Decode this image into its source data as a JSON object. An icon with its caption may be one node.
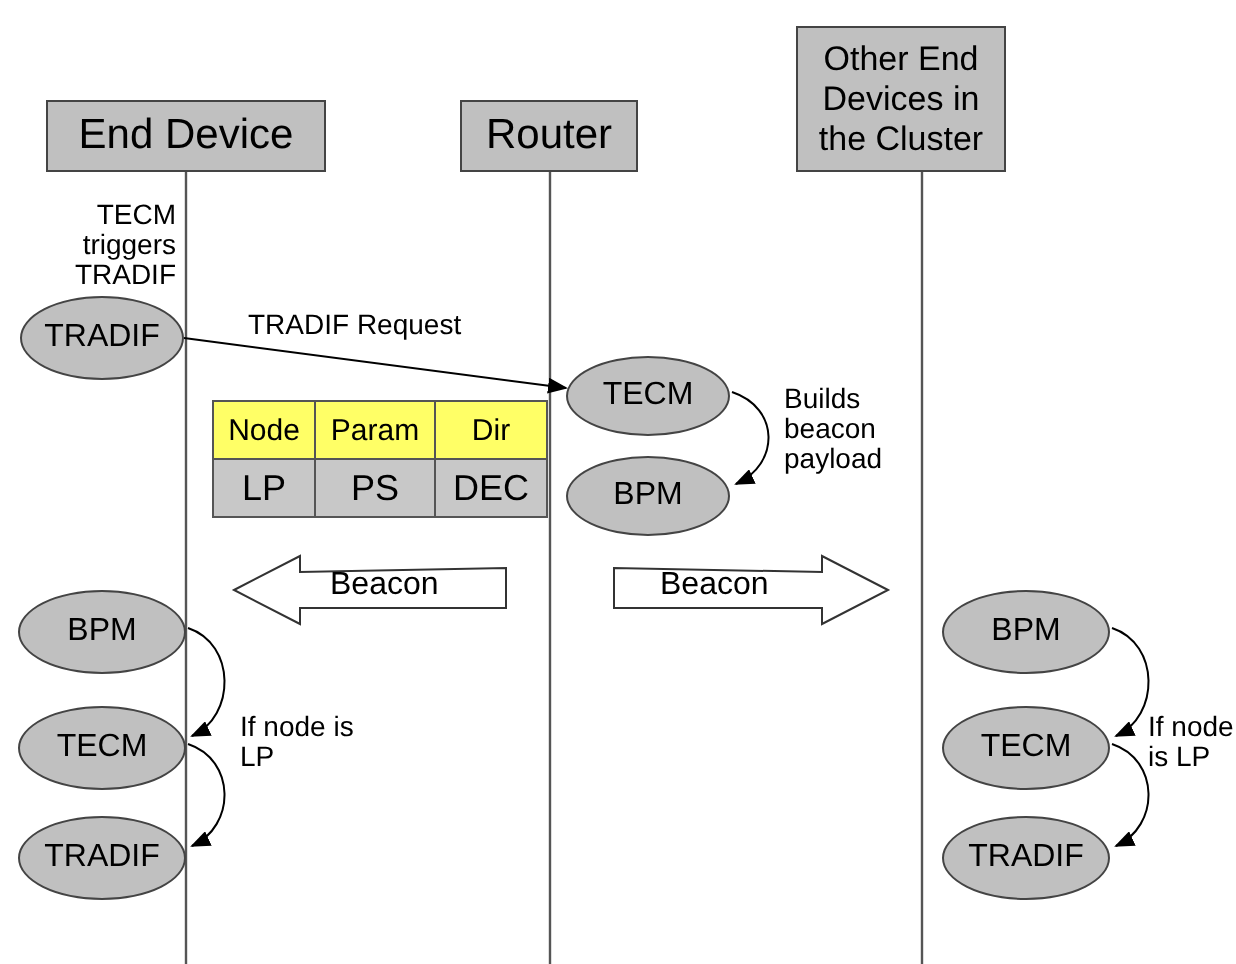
{
  "diagram": {
    "nodes": [
      {
        "text": [
          "End Device"
        ]
      },
      {
        "text": [
          "Router"
        ]
      },
      {
        "text": [
          "Other End Devices in the Cluster"
        ]
      },
      {
        "text": [
          "TRADIF"
        ],
        "beside": [
          "TECM triggers TRADIF"
        ]
      },
      {
        "text": [
          "TECM"
        ]
      },
      {
        "text": [
          "BPM"
        ]
      },
      {
        "text": [
          "BPM"
        ]
      },
      {
        "text": [
          "TECM"
        ]
      },
      {
        "text": [
          "TRADIF"
        ]
      },
      {
        "text": [
          "BPM"
        ]
      },
      {
        "text": [
          "TECM"
        ]
      },
      {
        "text": [
          "TRADIF"
        ]
      }
    ],
    "edges": [
      {
        "from": 3,
        "to": 4,
        "arrow": "to",
        "label": "TRADIF Request"
      },
      {
        "from": 4,
        "to": 5,
        "arrow": "to",
        "label": "Builds beacon payload"
      },
      {
        "from": 5,
        "to": 6,
        "arrow": "to",
        "label": "Beacon",
        "style": "thick"
      },
      {
        "from": 5,
        "to": 9,
        "arrow": "to",
        "label": "Beacon",
        "style": "thick"
      },
      {
        "from": 6,
        "to": 7,
        "arrow": "to",
        "label": "If node is LP"
      },
      {
        "from": 7,
        "to": 8,
        "arrow": "to"
      },
      {
        "from": 9,
        "to": 10,
        "arrow": "to",
        "label": "If node is LP"
      },
      {
        "from": 10,
        "to": 11,
        "arrow": "to"
      }
    ],
    "labels": [
      "Node",
      "Param",
      "Dir",
      "LP",
      "PS",
      "DEC"
    ]
  }
}
